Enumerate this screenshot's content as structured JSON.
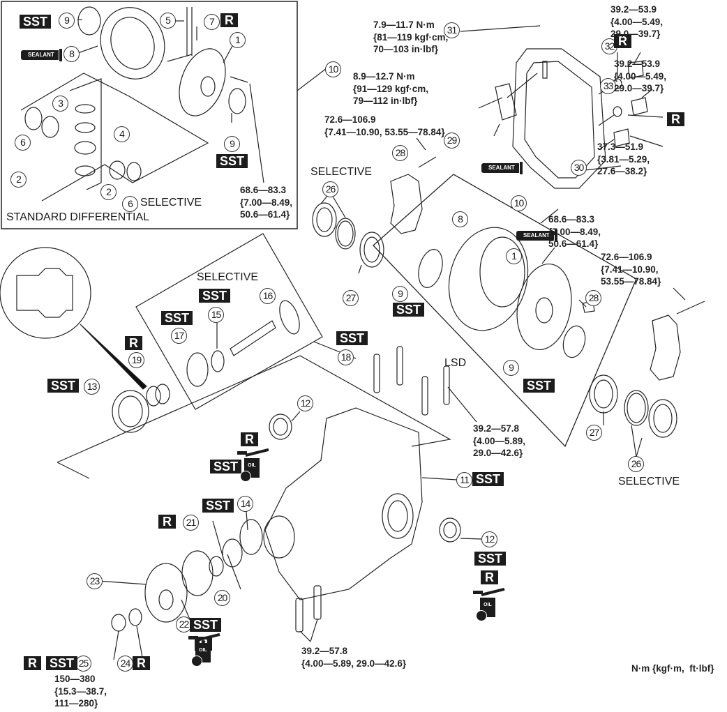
{
  "units_note": "N·m {kgf·m,  ft·lbf}",
  "section_labels": {
    "standard_differential": "STANDARD DIFFERENTIAL",
    "lsd": "LSD",
    "selective": "SELECTIVE"
  },
  "badges": {
    "sst": "SST",
    "r": "R",
    "sealant": "SEALANT",
    "oil": "OIL"
  },
  "part_numbers": [
    "1",
    "2",
    "3",
    "4",
    "5",
    "6",
    "7",
    "8",
    "9",
    "10",
    "11",
    "12",
    "13",
    "14",
    "15",
    "16",
    "17",
    "18",
    "19",
    "20",
    "21",
    "22",
    "23",
    "24",
    "25",
    "26",
    "27",
    "28",
    "29",
    "30",
    "31",
    "32",
    "33"
  ],
  "torques": {
    "diff_bolt_std": "68.6—83.3\n{7.00—8.49,\n50.6—61.4}",
    "diff_bolt_lsd": "68.6—83.3\n{7.00—8.49,\n50.6—61.4}",
    "filler_plug_31": "7.9—11.7 N·m\n{81—119 kgf·cm,\n70—103 in·lbf}",
    "bracket_bolt_29": "8.9—12.7 N·m\n{91—129 kgf·cm,\n79—112 in·lbf}",
    "cap_bolt_left": "72.6—106.9\n{7.41—10.90, 53.55—78.84}",
    "cap_bolt_right": "72.6—106.9\n{7.41—10.90,\n53.55—78.84}",
    "plug_32": "39.2—53.9\n{4.00—5.49,\n29.0—39.7}",
    "plug_33": "39.2—53.9\n{4.00—5.49,\n29.0—39.7}",
    "cover_bolt_30": "37.3—51.9\n{3.81—5.29,\n27.6—38.2}",
    "stud_upper": "39.2—57.8\n{4.00—5.89,\n29.0—42.6}",
    "stud_lower": "39.2—57.8\n{4.00—5.89, 29.0—42.6}",
    "locknut_25": "150—380\n{15.3—38.7,\n111—280}"
  }
}
